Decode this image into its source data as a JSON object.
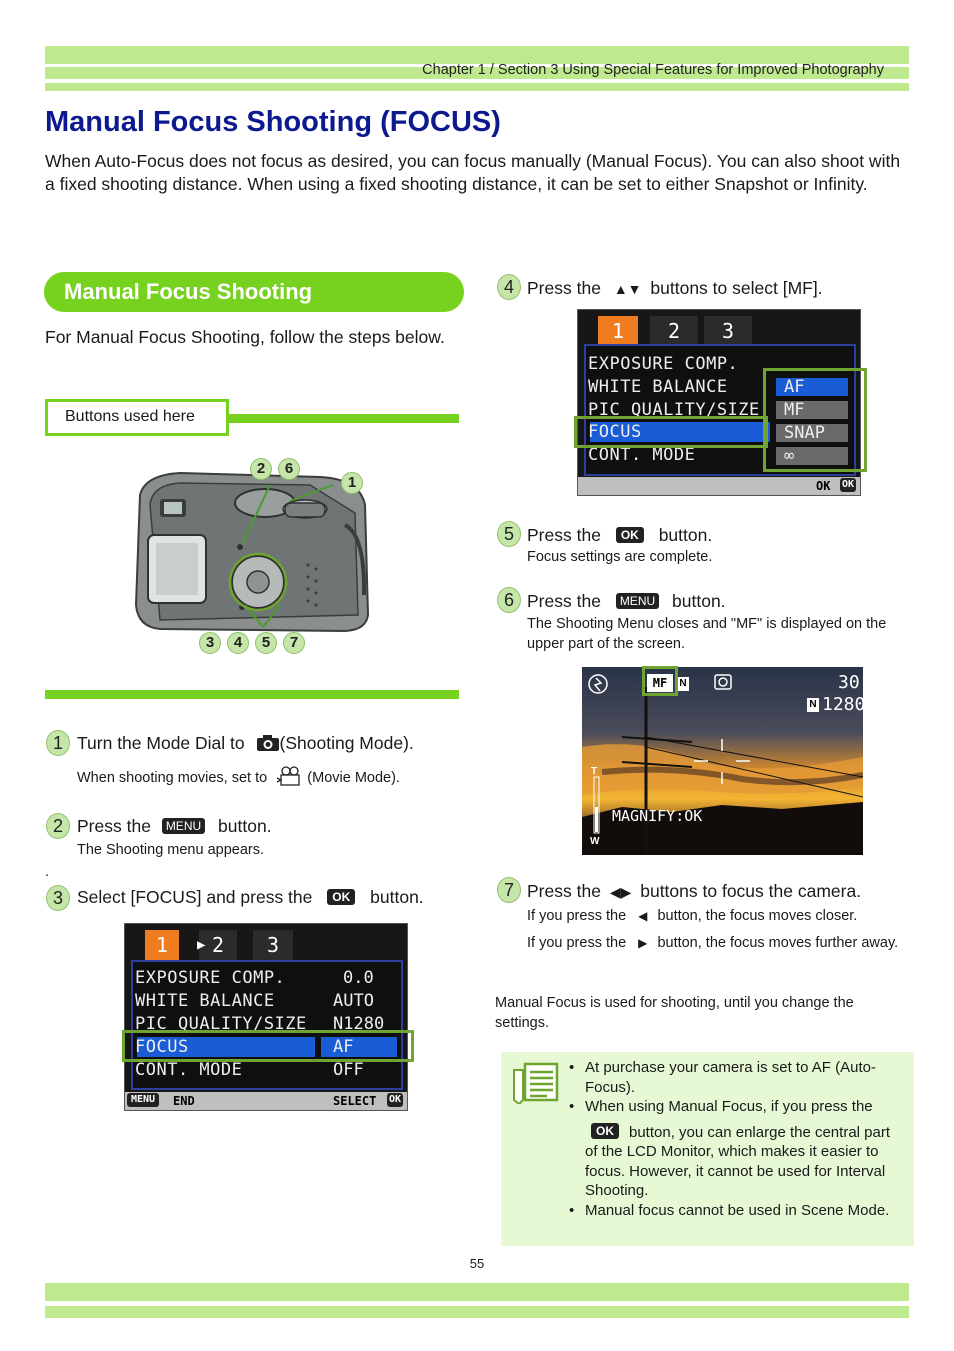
{
  "header": {
    "chapter": "Chapter 1 / Section 3  Using Special Features for Improved Photography"
  },
  "title": "Manual Focus Shooting (FOCUS)",
  "intro": "When Auto-Focus does not focus as desired, you can focus manually (Manual Focus). You can also shoot with a fixed shooting distance. When using a fixed shooting distance, it can be set to either Snapshot or Infinity.",
  "section": {
    "heading": "Manual Focus Shooting",
    "lead": "For Manual Focus Shooting, follow the steps below.",
    "buttons_label": "Buttons used here"
  },
  "camera_callouts": {
    "top_a": "2",
    "top_b": "6",
    "right": "1",
    "bottom": [
      "3",
      "4",
      "5",
      "7"
    ]
  },
  "steps": {
    "s1": {
      "num": "1",
      "pre": "Turn the Mode Dial to",
      "post": "(Shooting Mode).",
      "sub_pre": "When shooting movies, set to",
      "sub_post": "(Movie Mode)."
    },
    "s2": {
      "num": "2",
      "pre": "Press the",
      "post": "button.",
      "sub": "The Shooting menu appears."
    },
    "dot": ".",
    "s3": {
      "num": "3",
      "pre": "Select  [FOCUS] and press the",
      "post": "button."
    },
    "s4": {
      "num": "4",
      "pre": "Press the",
      "post": "buttons to select [MF]."
    },
    "s5": {
      "num": "5",
      "pre": "Press the",
      "post": "button.",
      "sub": "Focus settings are complete."
    },
    "s6": {
      "num": "6",
      "pre": "Press the",
      "post": "button.",
      "sub": "The Shooting Menu closes and \"MF\" is displayed on the upper part of the screen."
    },
    "s7": {
      "num": "7",
      "pre": "Press the",
      "post": "buttons to focus the camera.",
      "sub1_pre": "If you press the",
      "sub1_post": "button, the focus moves closer.",
      "sub2_pre": "If you press the",
      "sub2_post": "button, the focus moves further away."
    }
  },
  "buttons": {
    "ok": "OK",
    "menu": "MENU"
  },
  "lcd_menu1": {
    "tabs": [
      "1",
      "2",
      "3"
    ],
    "rows": [
      "EXPOSURE COMP.",
      "WHITE BALANCE",
      "PIC QUALITY/SIZE",
      "FOCUS",
      "CONT. MODE"
    ],
    "values": [
      "0.0",
      "AUTO",
      "N1280",
      "AF",
      "OFF"
    ],
    "footer_left": "END",
    "footer_right": "SELECT"
  },
  "lcd_menu2": {
    "tabs": [
      "1",
      "2",
      "3"
    ],
    "rows": [
      "EXPOSURE COMP.",
      "WHITE BALANCE",
      "PIC QUALITY/SIZE",
      "FOCUS",
      "CONT. MODE"
    ],
    "options": [
      "AF",
      "MF",
      "SNAP",
      "∞"
    ],
    "footer_right": "OK"
  },
  "lcd_photo": {
    "mf_icon": "MF",
    "n_icon": "N",
    "count": "30",
    "size": "1280",
    "magnify": "MAGNIFY:OK",
    "t": "T",
    "w": "W"
  },
  "closing": "Manual Focus is used for shooting, until you change the settings.",
  "note": {
    "item1": "At purchase your camera is set to AF (Auto-Focus).",
    "item2_pre": "When using Manual Focus, if you press the",
    "item2_post": "button, you can enlarge the central part of the LCD Monitor, which makes it easier to focus. However, it cannot be used for Interval Shooting.",
    "item3": "Manual focus cannot be used in Scene Mode."
  },
  "page_number": "55",
  "colors": {
    "title": "#0c1a8e",
    "band": "#bfe98f",
    "accent_green": "#77d11f",
    "note_bg": "#e7f8d4"
  }
}
